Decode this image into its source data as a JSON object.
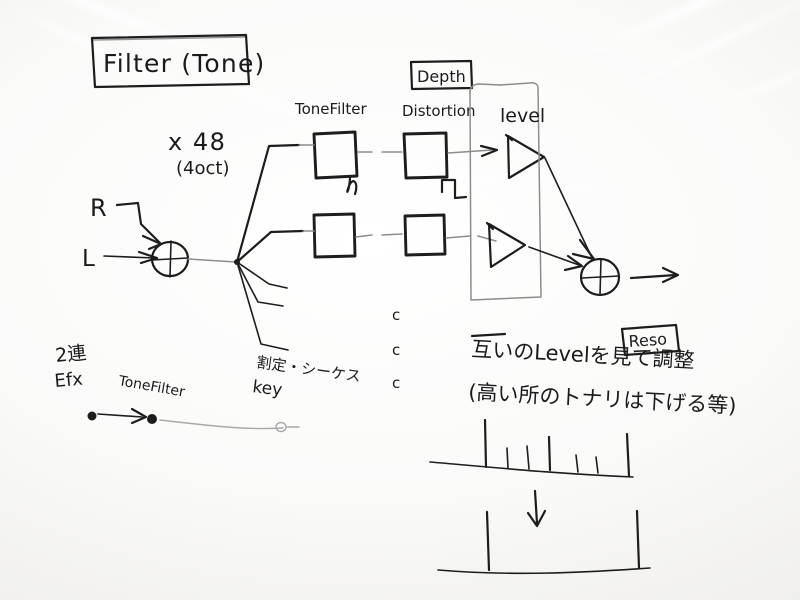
{
  "document": {
    "kind": "hand-drawn-whiteboard-sketch",
    "title_box_label": "Filter (Tone)",
    "medium_note": "pen on whiteboard"
  },
  "annotations": {
    "multiplier": "x 48",
    "multiplier_sub": "(4oct)",
    "input_right": "R",
    "input_left": "L"
  },
  "stage_labels": {
    "tone_filter": "ToneFilter",
    "distortion": "Distortion",
    "depth_boxed": "Depth",
    "level_bracket": "level",
    "reso_boxed": "Reso"
  },
  "fanout_labels": {
    "efx_count": "2連",
    "efx": "Efx",
    "tone_filter_small": "ToneFilter",
    "sequence": "割定・シーケス",
    "key": "key"
  },
  "notes": {
    "line1": "互いのLevelを見て調整",
    "line2": "(高い所のトナリは下げる等)"
  },
  "ellipsis": {
    "glyph": "c",
    "count": 3
  },
  "spectrum_sketch": {
    "top_bar_heights": [
      46,
      20,
      22,
      32,
      17,
      16,
      40
    ],
    "bottom_bar_heights": [
      58,
      58
    ],
    "arrow_direction": "down"
  },
  "chain": {
    "rows": [
      {
        "name": "row-top",
        "waveform_after_box1": "sine",
        "waveform_after_box2": "square",
        "has_amplifier": true
      },
      {
        "name": "row-bottom",
        "waveform_after_box1": "",
        "waveform_after_box2": "",
        "has_amplifier": true
      }
    ],
    "output_arrow": "→"
  },
  "colors": {
    "ink": "#1d1d1d",
    "faint_ink": "#8d8d8d",
    "paper": "#fafaf9"
  }
}
